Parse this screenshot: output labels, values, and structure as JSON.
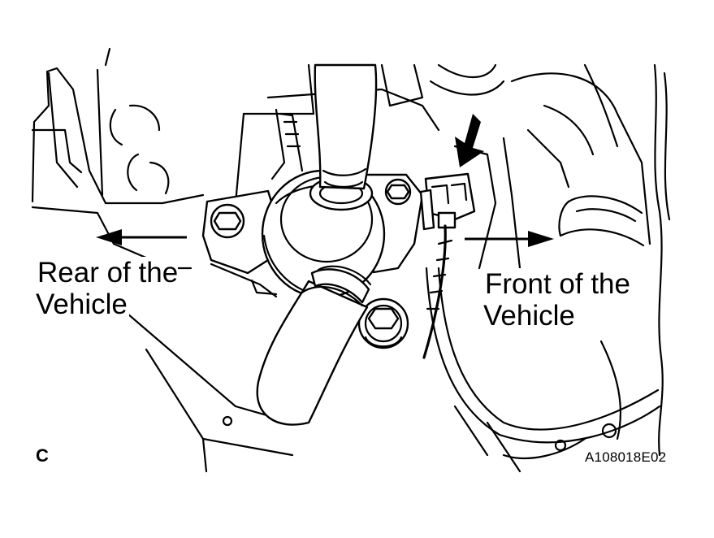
{
  "labels": {
    "rear": "Rear of the\nVehicle",
    "front": "Front of the\nVehicle",
    "view_letter": "C",
    "figure_code": "A108018E02"
  },
  "colors": {
    "line": "#000000",
    "background": "#ffffff"
  },
  "icons": {
    "rear_arrow": "arrow-left-icon",
    "front_arrow": "arrow-right-icon",
    "pointer_arrow": "arrow-down-left-icon"
  }
}
